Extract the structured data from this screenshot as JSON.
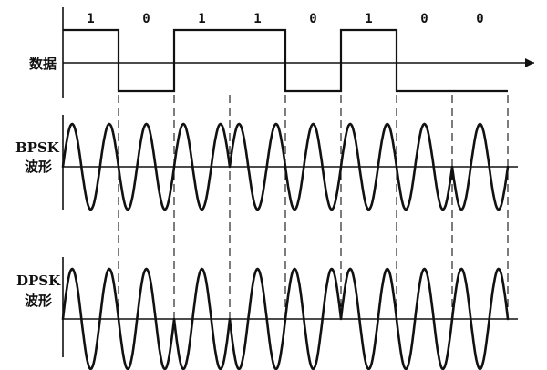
{
  "labels": {
    "data": "数据",
    "bpsk_line1": "BPSK",
    "bpsk_line2": "波形",
    "dpsk_line1": "DPSK",
    "dpsk_line2": "波形"
  },
  "bits": [
    "1",
    "0",
    "1",
    "1",
    "0",
    "1",
    "0",
    "0"
  ],
  "bpsk_phase_sequence": [
    0,
    1,
    0,
    0,
    1,
    0,
    1,
    1
  ],
  "dpsk_phase_sequence": [
    0,
    1,
    1,
    1,
    0,
    0,
    1,
    0
  ]
}
